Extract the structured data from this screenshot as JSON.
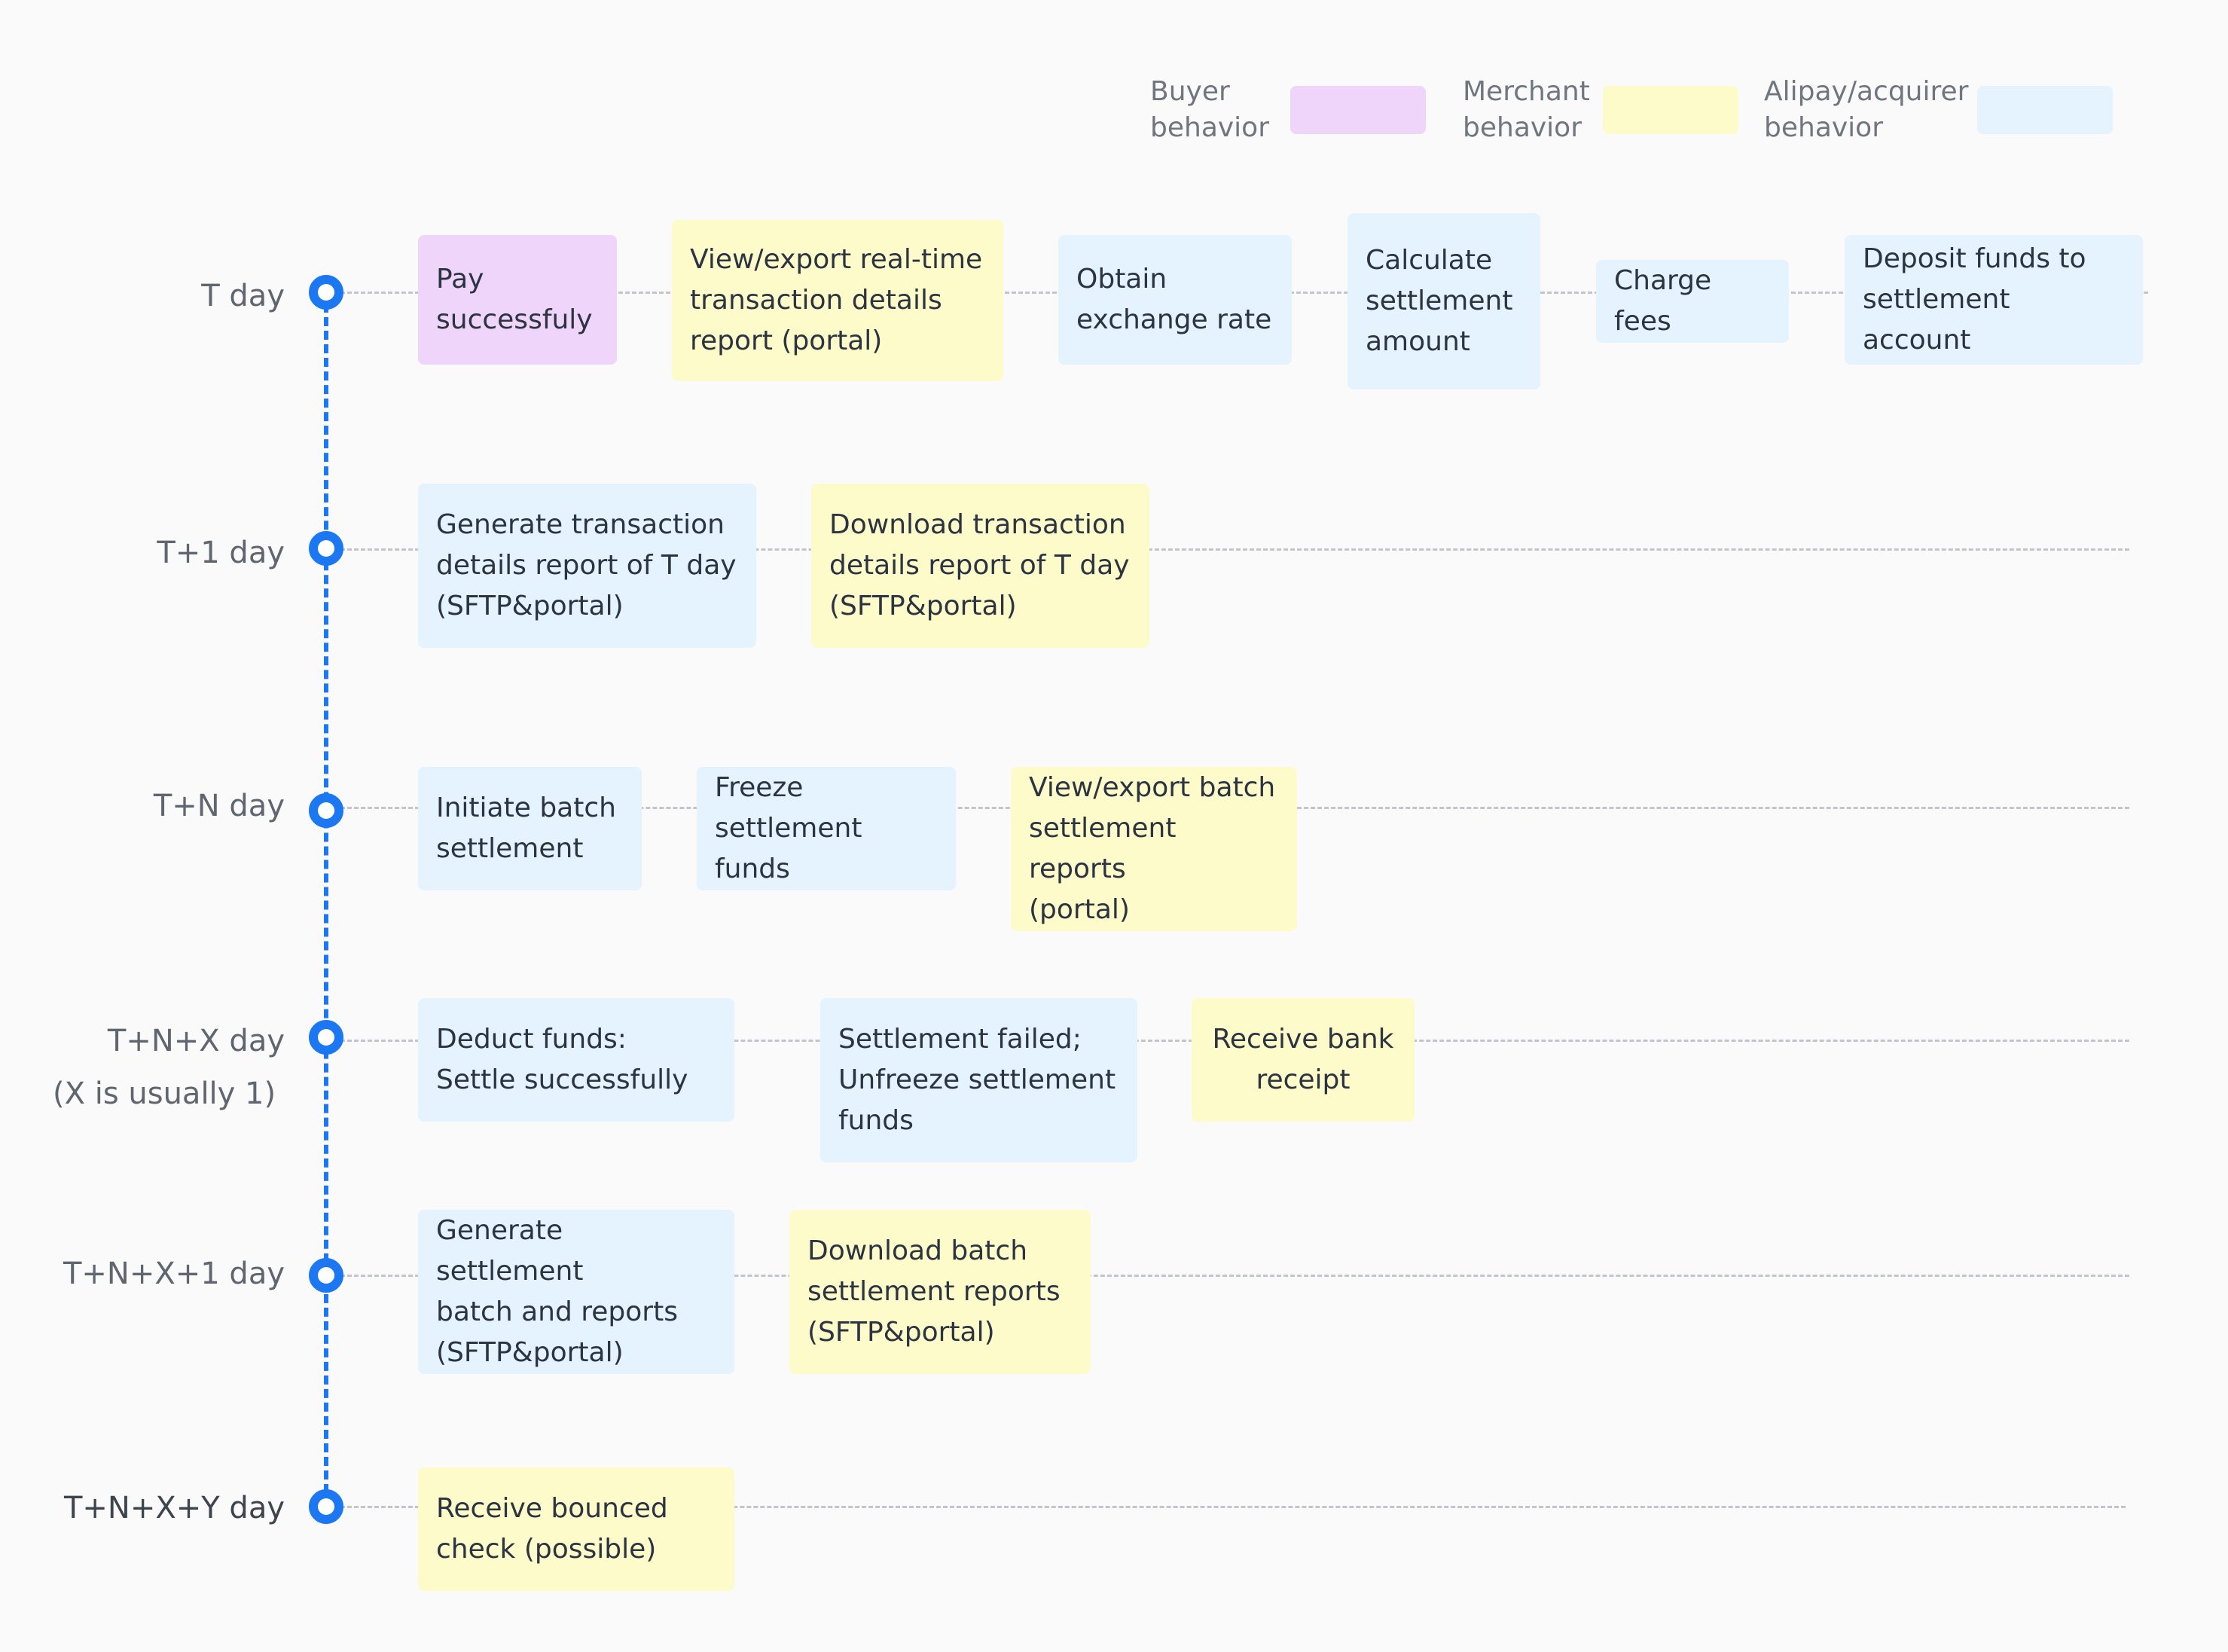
{
  "colors": {
    "buyer": "#f0d5fa",
    "merchant": "#fefbca",
    "alipay": "#e5f3fe",
    "timeline": "#1b77f2"
  },
  "legend": {
    "buyer": "Buyer\nbehavior",
    "merchant": "Merchant\nbehavior",
    "alipay": "Alipay/acquirer\nbehavior"
  },
  "rows": {
    "t": {
      "label": "T day",
      "steps": [
        "Pay\nsuccessfuly",
        "View/export real-time\ntransaction details\nreport (portal)",
        "Obtain\nexchange rate",
        "Calculate\nsettlement\namount",
        "Charge fees",
        "Deposit funds to\nsettlement account"
      ]
    },
    "t1": {
      "label": "T+1 day",
      "steps": [
        "Generate transaction\ndetails report of T day\n(SFTP&portal)",
        "Download transaction\ndetails report of T day\n(SFTP&portal)"
      ]
    },
    "tn": {
      "label": "T+N day",
      "steps": [
        "Initiate batch\nsettlement",
        "Freeze settlement\nfunds",
        "View/export batch\nsettlement reports\n(portal)"
      ]
    },
    "tnx": {
      "label": "T+N+X day",
      "sublabel": "(X is usually 1)",
      "steps": [
        "Deduct funds:\nSettle successfully",
        "Settlement failed;\nUnfreeze settlement\nfunds",
        "Receive bank\nreceipt"
      ]
    },
    "tnx1": {
      "label": "T+N+X+1 day",
      "steps": [
        "Generate settlement\nbatch and reports\n(SFTP&portal)",
        "Download batch\nsettlement reports\n(SFTP&portal)"
      ]
    },
    "tnxy": {
      "label": "T+N+X+Y day",
      "steps": [
        "Receive bounced\ncheck (possible)"
      ]
    }
  }
}
